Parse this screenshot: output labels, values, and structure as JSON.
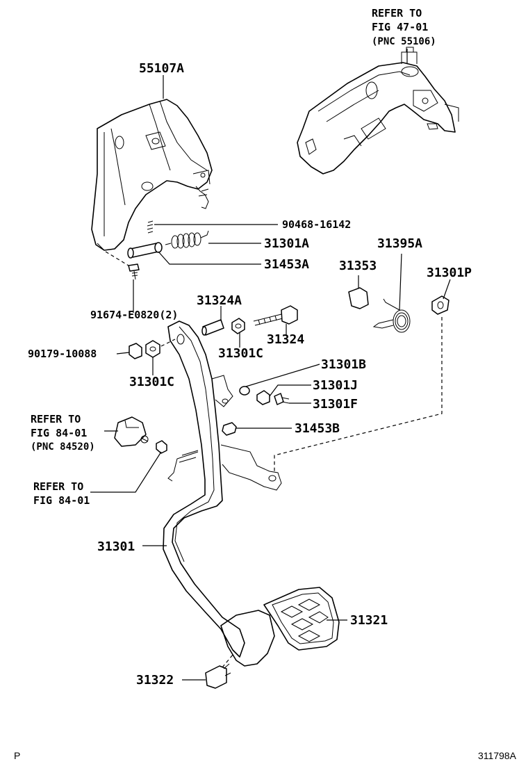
{
  "callouts": {
    "bracket": "55107A",
    "clip": "90468-16142",
    "spring_small": "31301A",
    "pin": "31453A",
    "bolt_small": "91674-E0820(2)",
    "bushing": "31324A",
    "collar": "31301C",
    "collar_left": "31301C",
    "bolt": "31324",
    "nut": "90179-10088",
    "cushion_b": "31301B",
    "nut_j": "31301J",
    "bolt_f": "31301F",
    "pin_b": "31453B",
    "spring_return": "31395A",
    "clip_313": "31353",
    "cap_p": "31301P",
    "pedal_arm": "31301",
    "pad": "31321",
    "stopper": "31322"
  },
  "refs": {
    "top_line1": "REFER TO",
    "top_line2": "FIG 47-01",
    "top_line3": "(PNC 55106)",
    "switch_line1": "REFER TO",
    "switch_line2": "FIG 84-01",
    "switch_line3": "(PNC 84520)",
    "nut_line1": "REFER TO",
    "nut_line2": "FIG 84-01"
  },
  "corner": {
    "left": "P",
    "right": "311798A"
  }
}
